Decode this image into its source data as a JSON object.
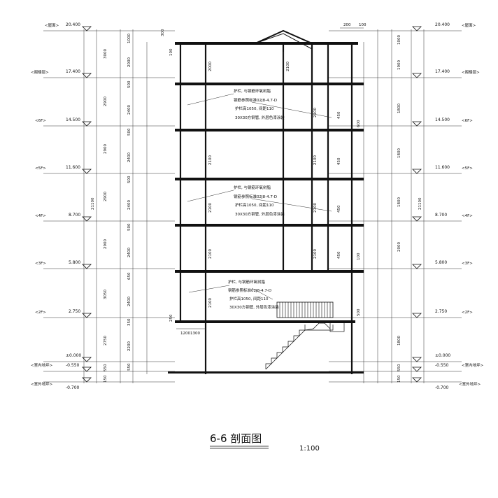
{
  "title": "6-6  剖面图",
  "scale": "1:100",
  "levels": [
    {
      "key": "roof",
      "elev": "20.400",
      "tag": "<屋面>"
    },
    {
      "key": "l7",
      "elev": "17.400",
      "tag": "<阁楼层>"
    },
    {
      "key": "l6",
      "elev": "14.500",
      "tag": "<6F>"
    },
    {
      "key": "l5",
      "elev": "11.600",
      "tag": "<5F>"
    },
    {
      "key": "l4",
      "elev": "8.700",
      "tag": "<4F>"
    },
    {
      "key": "l3",
      "elev": "5.800",
      "tag": "<3F>"
    },
    {
      "key": "l2",
      "elev": "2.750",
      "tag": "<2F>"
    },
    {
      "key": "l1",
      "elev": "±0.000",
      "tag": ""
    },
    {
      "key": "l0",
      "elev": "-0.550",
      "tag": "<室内地坪>"
    },
    {
      "key": "ground",
      "elev": "-0.700",
      "tag": "<室外地坪>"
    }
  ],
  "left_storey_dims": [
    "3000",
    "2900",
    "2900",
    "2900",
    "2900",
    "3050",
    "2750",
    "550",
    "150"
  ],
  "left_window_dims": [
    "1000",
    "2000",
    "500",
    "2400",
    "500",
    "2400",
    "500",
    "2400",
    "500",
    "2400",
    "650",
    "2400",
    "350",
    "2200",
    "550"
  ],
  "right_storey_dims": [
    "1000",
    "1900",
    "1800",
    "1800",
    "1800",
    "2000",
    "1800",
    "550",
    "150"
  ],
  "total_height": "21100",
  "interior_heights": [
    "2000",
    "2100",
    "2100",
    "2100",
    "2100",
    "2100",
    "2100",
    "2100",
    "2100",
    "2100"
  ],
  "top_dims": [
    "300",
    "200",
    "100"
  ],
  "misc_dims": {
    "window_sill": [
      "450",
      "450",
      "450",
      "450"
    ],
    "cantilever": [
      "1200",
      "1300"
    ],
    "small": [
      "100",
      "250",
      "600",
      "500",
      "100"
    ]
  },
  "notes": [
    {
      "id": "note_l6",
      "lines": [
        "护栏, 与钢筋环氧树脂",
        "钢筋参照标准02J8-4.7-D",
        "护栏高1050, 间距110",
        "30X30方钢管, 外层色漆涂装"
      ]
    },
    {
      "id": "note_l4",
      "lines": [
        "护栏, 与钢筋环氧树脂",
        "钢筋参照标准02J8-4.7-D",
        "护栏高1050, 间距110",
        "30X30方钢管, 外层色漆涂装"
      ]
    },
    {
      "id": "note_l2",
      "lines": [
        "护栏, 与钢筋环氧树脂",
        "钢筋参照标准02J8-4.7-D",
        "护栏高1050, 间距110",
        "30X30方钢管, 外层色漆涂装"
      ]
    }
  ]
}
